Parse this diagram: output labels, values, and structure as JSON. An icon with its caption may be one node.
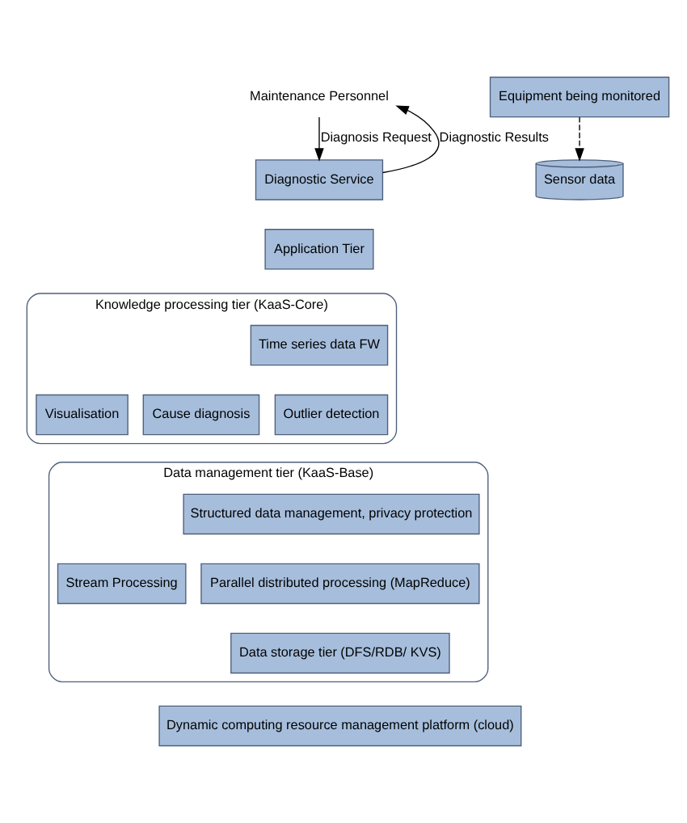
{
  "diagram": {
    "nodes": [
      {
        "text": [
          "Maintenance Personnel"
        ]
      },
      {
        "text": [
          "Diagnostic Service"
        ]
      },
      {
        "text": [
          "Application Tier"
        ]
      },
      {
        "text": [
          "Equipment being monitored"
        ]
      },
      {
        "text": [
          "Knowledge processing tier (KaaS-Core)"
        ]
      },
      {
        "text": [
          "Time series data FW"
        ],
        "in": 4
      },
      {
        "text": [
          "Outlier detection"
        ],
        "in": 4
      },
      {
        "text": [
          "Cause diagnosis"
        ],
        "in": 4
      },
      {
        "text": [
          "Visualisation"
        ],
        "in": 4
      },
      {
        "text": [
          "Data management tier (KaaS-Base)"
        ]
      },
      {
        "text": [
          "Structured data management, privacy protection"
        ],
        "in": 9
      },
      {
        "text": [
          "Parallel distributed processing (MapReduce)"
        ],
        "in": 9
      },
      {
        "text": [
          "Stream Processing"
        ],
        "in": 9
      },
      {
        "text": [
          "Sensor data"
        ]
      },
      {
        "text": [
          "Data storage tier (DFS/RDB/ KVS)"
        ],
        "in": 9
      },
      {
        "text": [
          "Dynamic computing resource management platform (cloud)"
        ]
      }
    ],
    "edges": [
      {
        "from": 0,
        "to": 1,
        "arrow": "to",
        "label": "Diagnosis Request"
      },
      {
        "from": 1,
        "to": 0,
        "arrow": "to",
        "label": "Diagnostic Results"
      },
      {
        "from": 3,
        "to": 13,
        "arrow": "to",
        "style": "dashed"
      }
    ]
  }
}
